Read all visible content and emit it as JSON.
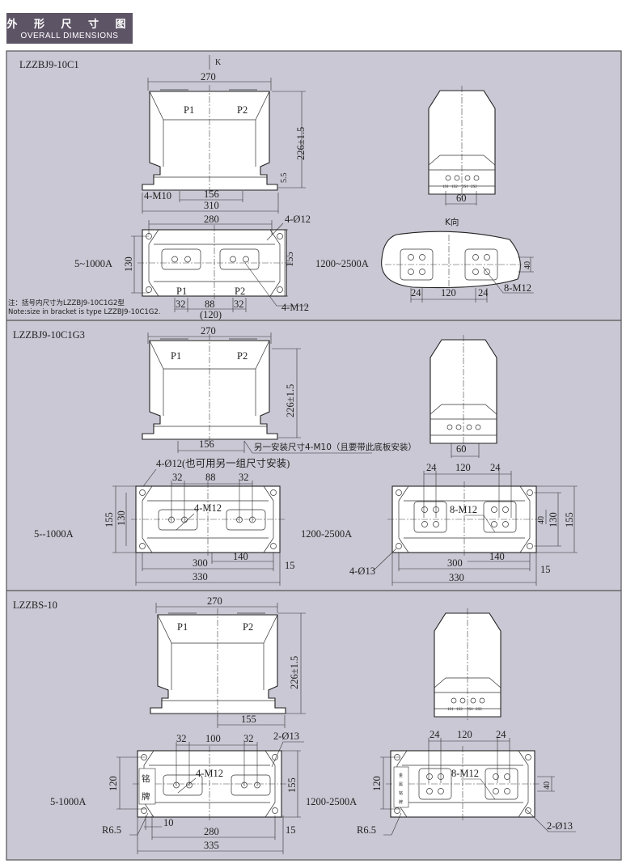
{
  "header": {
    "title_cn": "外 形 尺 寸 图",
    "title_en": "OVERALL DIMENSIONS"
  },
  "colors": {
    "header_bg": "#5d5466",
    "panel_bg": "#c9c8d4",
    "drawing_fill": "#ffffff"
  },
  "sections": [
    {
      "model": "LZZBJ9-10C1",
      "view_marker": "K",
      "front": {
        "width": "270",
        "height": "226±1.5",
        "p1": "P1",
        "p2": "P2",
        "base_offset": "5.5",
        "mount": "4-M10",
        "mount_span": "156",
        "base_width": "310"
      },
      "side": {
        "terminals": [
          "1S1",
          "1S2",
          "2S1",
          "2S2"
        ],
        "terminal_span": "60"
      },
      "plan_low": {
        "range": "5~1000A",
        "width": "280",
        "holes": "4-Ø12",
        "depth_inner": "130",
        "depth": "155",
        "p1": "P1",
        "p2": "P2",
        "pad_a": "32",
        "pad_gap": "88",
        "pad_b": "32",
        "alt_span": "(120)",
        "thread": "4-M12"
      },
      "k_view": {
        "title": "K向",
        "range": "1200~2500A",
        "row_gap": "40",
        "pad_a": "24",
        "pad_gap": "120",
        "pad_b": "24",
        "thread": "8-M12"
      },
      "note": {
        "cn": "注：括号内尺寸为LZZBJ9-10C1G2型",
        "en": "Note:size in bracket is type LZZBJ9-10C1G2."
      }
    },
    {
      "model": "LZZBJ9-10C1G3",
      "front": {
        "width": "270",
        "height": "226±1.5",
        "p1": "P1",
        "p2": "P2",
        "mount_span": "156",
        "alt_mount": "另一安装尺寸4-M10（且要带此底板安装）"
      },
      "side": {
        "terminal_span": "60"
      },
      "plan_low": {
        "range": "5--1000A",
        "holes": "4-Ø12(也可用另一组尺寸安装)",
        "pad_a": "32",
        "pad_gap": "88",
        "pad_b": "32",
        "thread": "4-M12",
        "depth": "155",
        "depth_inner": "130",
        "hole_span": "300",
        "offset": "140",
        "edge": "15",
        "width": "330"
      },
      "plan_high": {
        "range": "1200-2500A",
        "pad_a": "24",
        "pad_gap": "120",
        "pad_b": "24",
        "thread": "8-M12",
        "row_gap": "40",
        "depth_inner": "130",
        "depth": "155",
        "holes": "4-Ø13",
        "hole_span": "300",
        "offset": "140",
        "edge": "15",
        "width": "330"
      }
    },
    {
      "model": "LZZBS-10",
      "front": {
        "width": "270",
        "height": "226±1.5",
        "p1": "P1",
        "p2": "P2",
        "mount_span": "155"
      },
      "side": {
        "terminals": [
          "1S1",
          "1S2",
          "2S1",
          "2S2"
        ]
      },
      "plan_low": {
        "range": "5-1000A",
        "pad_a": "32",
        "pad_gap": "100",
        "pad_b": "32",
        "holes": "2-Ø13",
        "thread": "4-M12",
        "depth_inner": "120",
        "depth": "155",
        "plate_1": "铭",
        "plate_2": "牌",
        "radius": "R6.5",
        "slot": "10",
        "hole_span": "280",
        "edge": "15",
        "width": "335"
      },
      "plan_high": {
        "range": "1200-2500A",
        "pad_a": "24",
        "pad_gap": "120",
        "pad_b": "24",
        "thread": "8-M12",
        "row_gap": "40",
        "depth_inner": "120",
        "plate": [
          "金",
          "属",
          "铭",
          "牌"
        ],
        "radius": "R6.5",
        "holes": "2-Ø13"
      }
    }
  ]
}
